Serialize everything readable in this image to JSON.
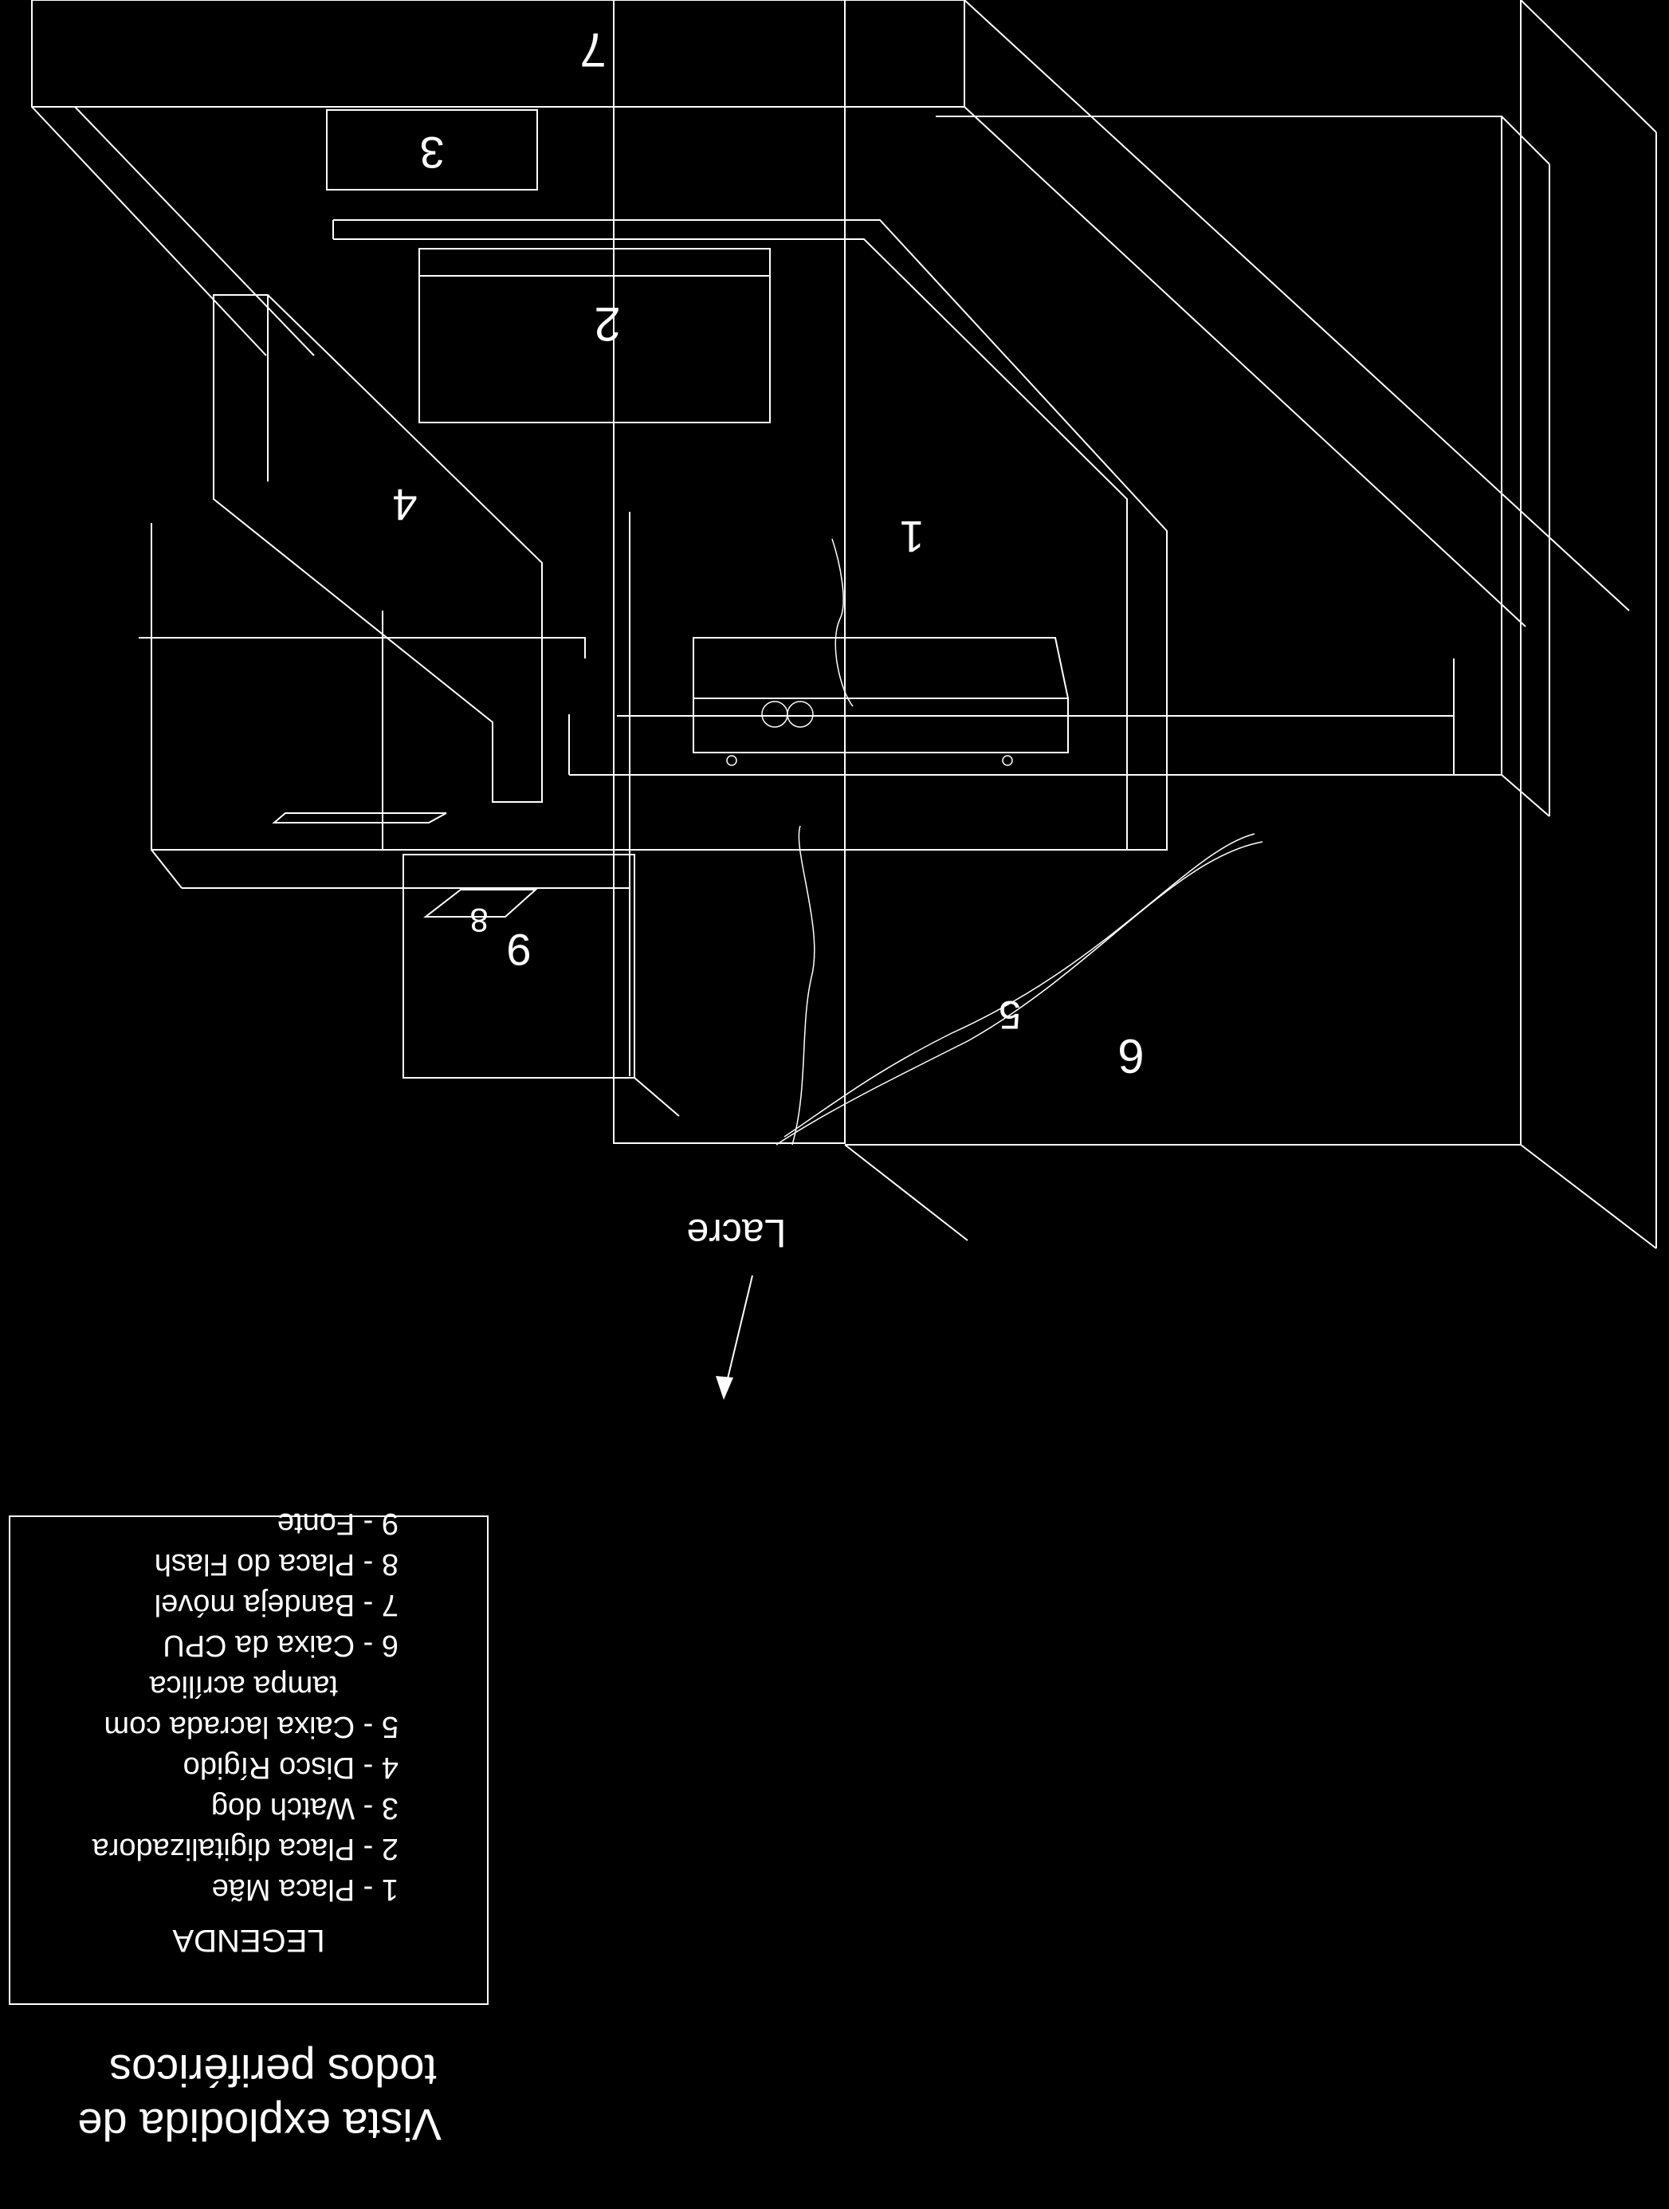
{
  "title": {
    "line1": "Vista explodida de",
    "line2": "todos periféricos"
  },
  "legend": {
    "heading": "LEGENDA",
    "items": [
      "1 - Placa Mãe",
      "2 - Placa digitalizadora",
      "3 - Watch dog",
      "4 - Disco Rígido",
      "5 - Caixa lacrada com",
      "tampa acrílica",
      "6 - Caixa da CPU",
      "7 - Bandeja móvel",
      "8 - Placa do Flash",
      "9 - Fonte"
    ]
  },
  "callout": {
    "label": "Lacre"
  },
  "parts": {
    "p1": "1",
    "p2": "2",
    "p3": "3",
    "p4": "4",
    "p5": "5",
    "p6": "6",
    "p7": "7",
    "p8": "8",
    "p9": "9"
  },
  "colors": {
    "background": "#000000",
    "line": "#ffffff"
  }
}
